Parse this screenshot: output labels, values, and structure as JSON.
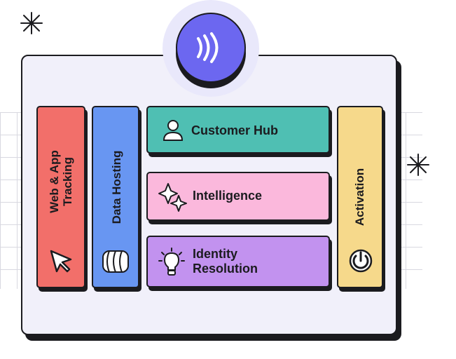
{
  "modules": {
    "web_app_tracking": {
      "line1": "Web & App",
      "line2": "Tracking",
      "color": "#f26f6a",
      "icon": "cursor-arrow-icon"
    },
    "data_hosting": {
      "label": "Data Hosting",
      "color": "#6896f2",
      "icon": "database-disks-icon"
    },
    "customer_hub": {
      "label": "Customer Hub",
      "color": "#4fbfb3",
      "icon": "user-icon"
    },
    "intelligence": {
      "label": "Intelligence",
      "color": "#fbb8dc",
      "icon": "sparkle-diamonds-icon"
    },
    "identity_resolution": {
      "line1": "Identity",
      "line2": "Resolution",
      "color": "#c292ef",
      "icon": "lightbulb-icon"
    },
    "activation": {
      "label": "Activation",
      "color": "#f6d98b",
      "icon": "power-icon"
    }
  },
  "logo": {
    "icon": "sound-waves-icon",
    "color": "#6c67f0"
  },
  "frame": {
    "background": "#f1f0fa"
  }
}
